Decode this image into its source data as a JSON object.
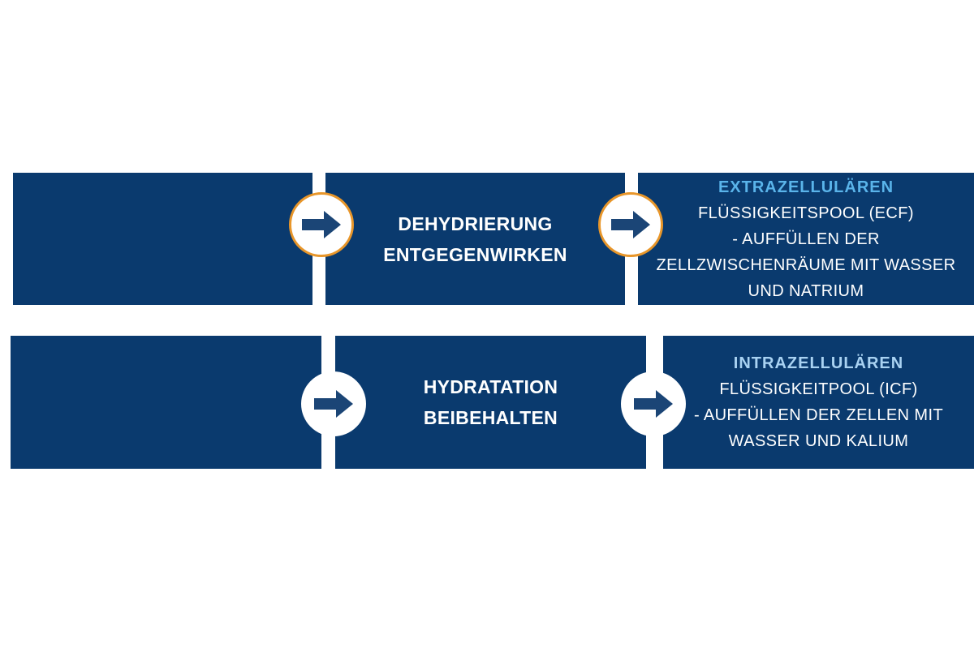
{
  "diagram": {
    "colors": {
      "box": "#0a3a6e",
      "text": "#ffffff",
      "heading_top": "#5ab4ea",
      "heading_bottom": "#a9d2f2",
      "ring_top": "#e8962a",
      "arrow": "#1b4576",
      "background": "#ffffff"
    },
    "rows": [
      {
        "label": [
          "DEHYDRIERUNG",
          "ENTGEGENWIRKEN"
        ],
        "arrow_icon": "arrow-right-icon",
        "description": {
          "heading": "EXTRAZELLULÄREN",
          "lines": [
            "FLÜSSIGKEITSPOOL (ECF)",
            "- AUFFÜLLEN DER",
            "ZELLZWISCHENRÄUME MIT WASSER",
            "UND NATRIUM"
          ]
        }
      },
      {
        "label": [
          "HYDRATATION",
          "BEIBEHALTEN"
        ],
        "arrow_icon": "arrow-right-icon",
        "description": {
          "heading": "INTRAZELLULÄREN",
          "lines": [
            "FLÜSSIGKEITPOOL (ICF)",
            "- AUFFÜLLEN DER ZELLEN MIT",
            "WASSER UND KALIUM"
          ]
        }
      }
    ]
  }
}
